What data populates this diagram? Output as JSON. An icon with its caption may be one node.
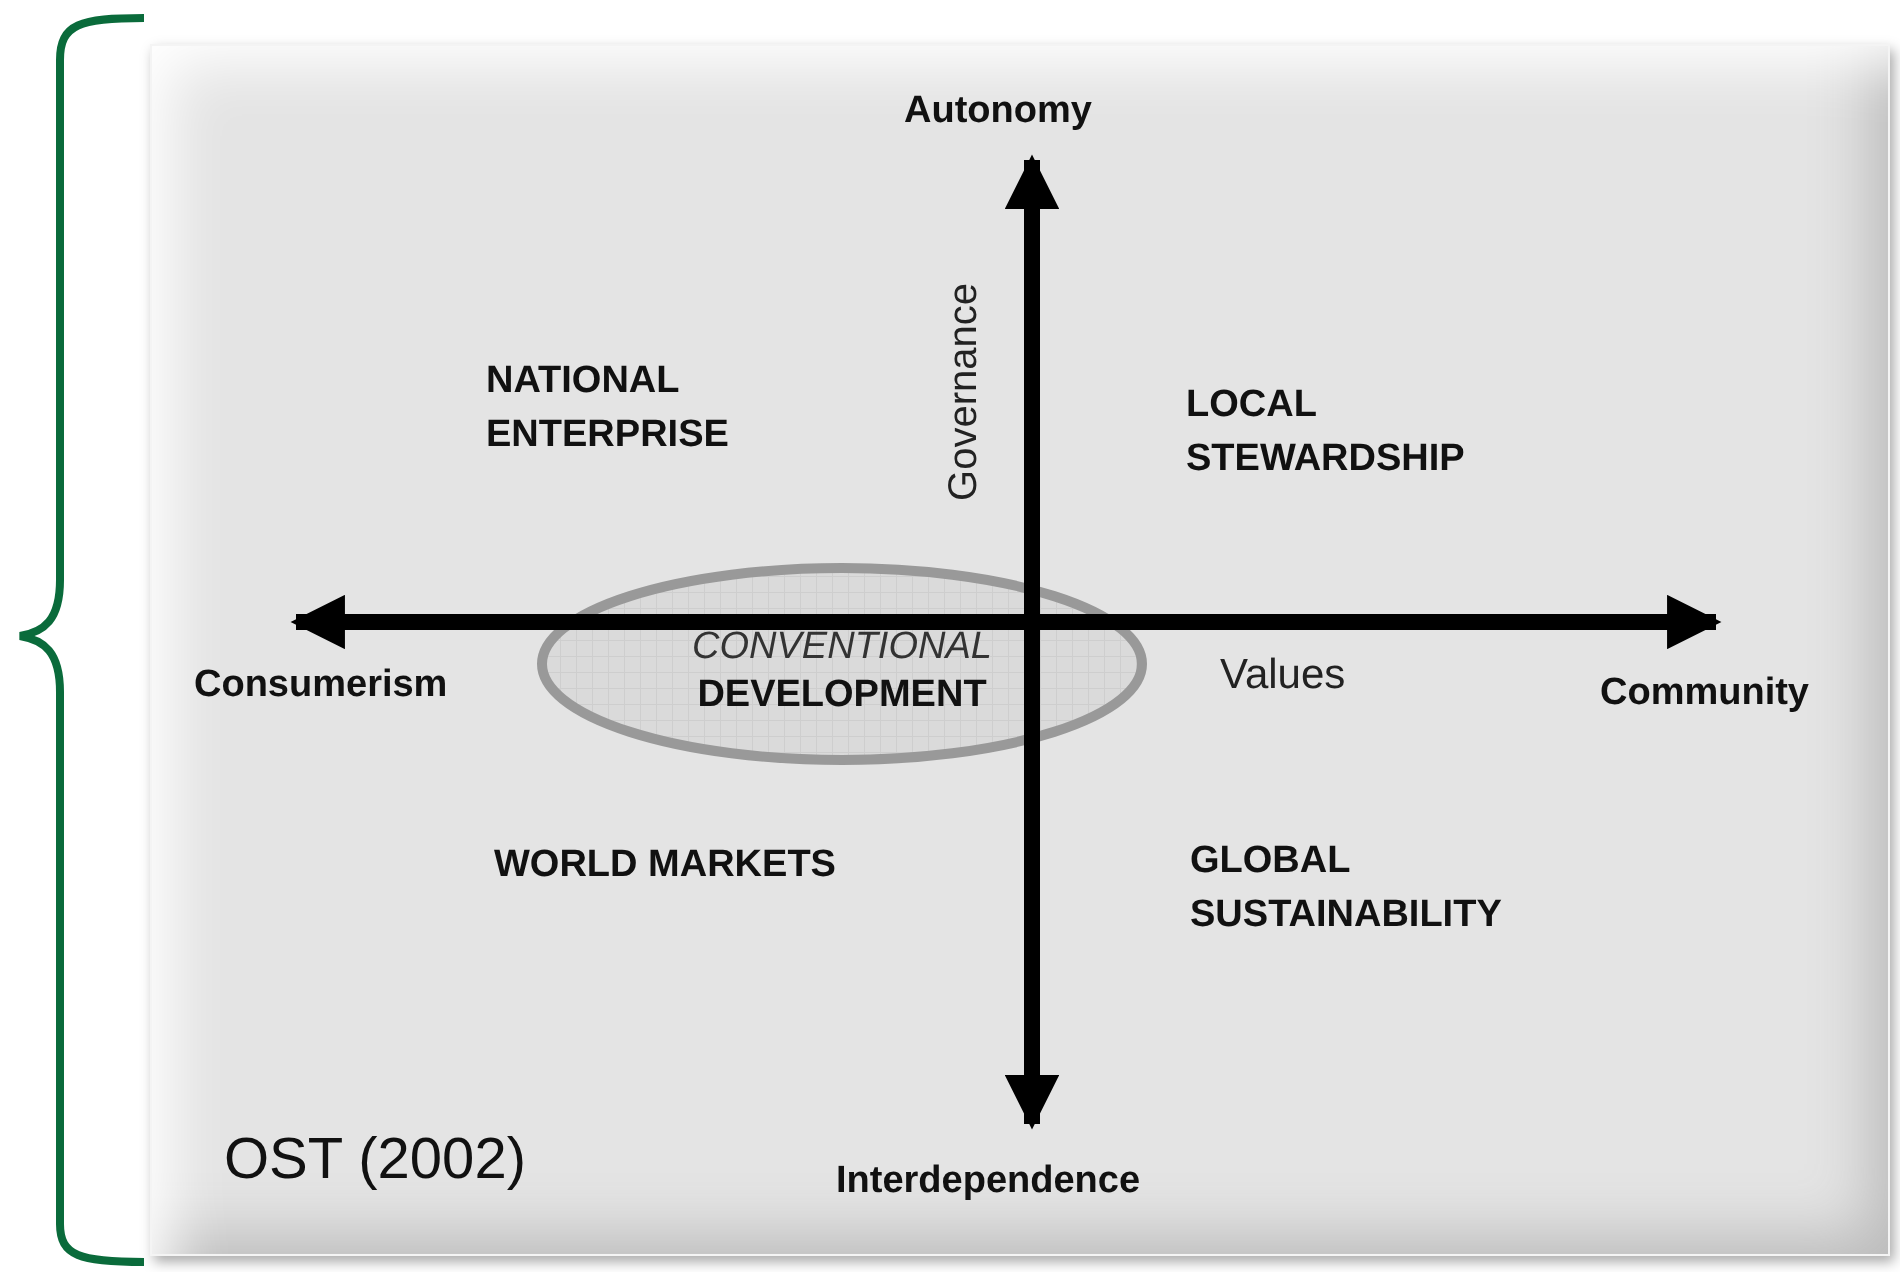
{
  "diagram": {
    "nodes": [
      {
        "text": [
          "CONVENTIONAL",
          "DEVELOPMENT"
        ]
      }
    ],
    "edges": [],
    "labels": [
      "Autonomy",
      "Governance",
      "NATIONAL ENTERPRISE",
      "LOCAL STEWARDSHIP",
      "Consumerism",
      "Values",
      "Community",
      "WORLD MARKETS",
      "GLOBAL SUSTAINABILITY",
      "OST (2002)",
      "Interdependence"
    ]
  }
}
